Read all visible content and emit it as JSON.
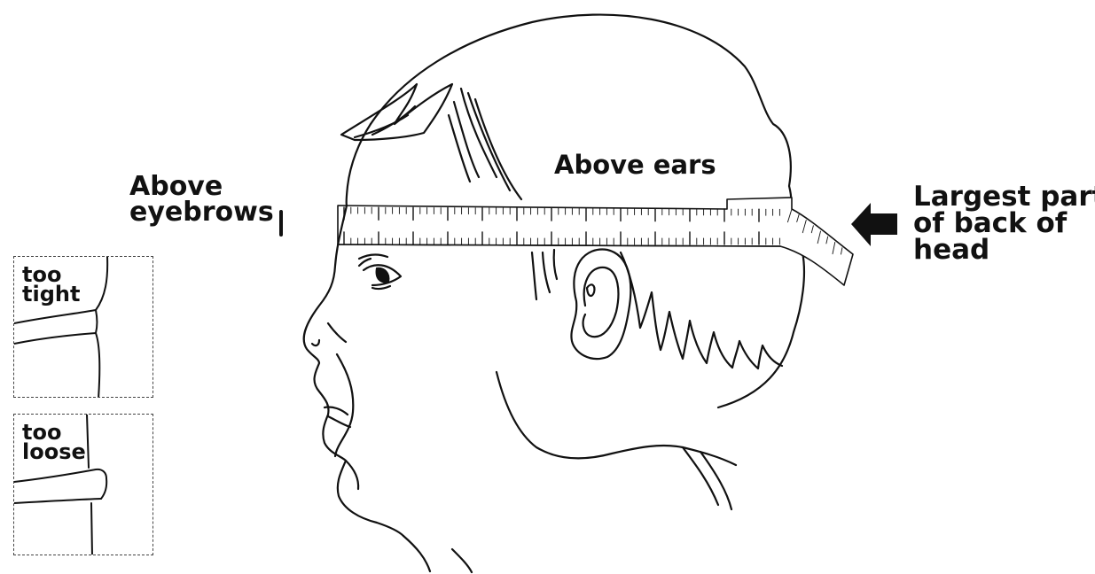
{
  "labels": {
    "above_ears": "Above ears",
    "above_eyebrows_line1": "Above",
    "above_eyebrows_line2": "eyebrows",
    "back_of_head_line1": "Largest part",
    "back_of_head_line2": "of back of",
    "back_of_head_line3": "head"
  },
  "panels": {
    "tight": {
      "line1": "too",
      "line2": "tight"
    },
    "loose": {
      "line1": "too",
      "line2": "loose"
    }
  },
  "colors": {
    "line": "#111111",
    "background": "#ffffff"
  }
}
